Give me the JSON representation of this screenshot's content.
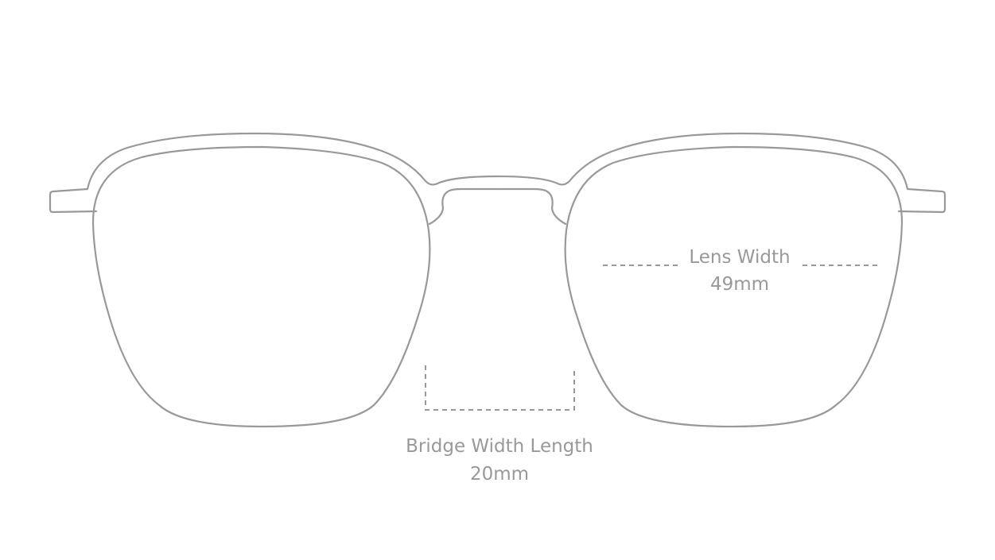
{
  "lens_width": {
    "label": "Lens Width",
    "value": "49mm"
  },
  "bridge_width": {
    "label": "Bridge Width Length",
    "value": "20mm"
  },
  "colors": {
    "line": "#999999",
    "text": "#999999"
  }
}
